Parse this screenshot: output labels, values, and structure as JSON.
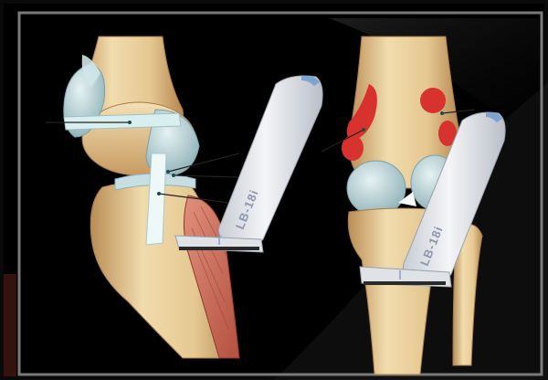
{
  "colors": {
    "background": "#000000",
    "frame_border": "#7a7a7a",
    "bone": "#e7cf9f",
    "bone_shadow": "#b98d55",
    "cartilage": "#b9d4d8",
    "ligament": "#d5ecec",
    "muscle": "#c96b5a",
    "bursa_red": "#d8322e",
    "probe_body": "#e6e8ec"
  },
  "probes": [
    {
      "label": "LB-18i",
      "icon": "ultrasound-probe-icon"
    },
    {
      "label": "LB-18i",
      "icon": "ultrasound-probe-icon"
    }
  ],
  "illustration": "knee-anatomy-with-ultrasound-probes"
}
